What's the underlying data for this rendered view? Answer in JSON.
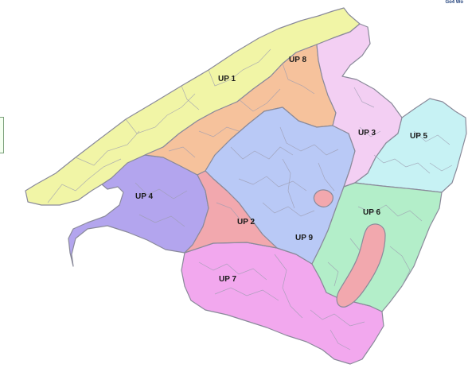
{
  "corner_text": "Go4 Wo",
  "regions": [
    {
      "id": "up1",
      "label": "UP 1",
      "color": "#f1f5a6"
    },
    {
      "id": "up2",
      "label": "UP 2",
      "color": "#f2a8ae"
    },
    {
      "id": "up3",
      "label": "UP 3",
      "color": "#f3cff3"
    },
    {
      "id": "up4",
      "label": "UP 4",
      "color": "#b3a5ee"
    },
    {
      "id": "up5",
      "label": "UP 5",
      "color": "#c7f2f4"
    },
    {
      "id": "up6",
      "label": "UP 6",
      "color": "#b3eec9"
    },
    {
      "id": "up7",
      "label": "UP 7",
      "color": "#f2a8ee"
    },
    {
      "id": "up8",
      "label": "UP 8",
      "color": "#f6c29c"
    },
    {
      "id": "up9",
      "label": "UP 9",
      "color": "#b9c9f6"
    }
  ],
  "pink_patches_color": "#f2a8ae"
}
